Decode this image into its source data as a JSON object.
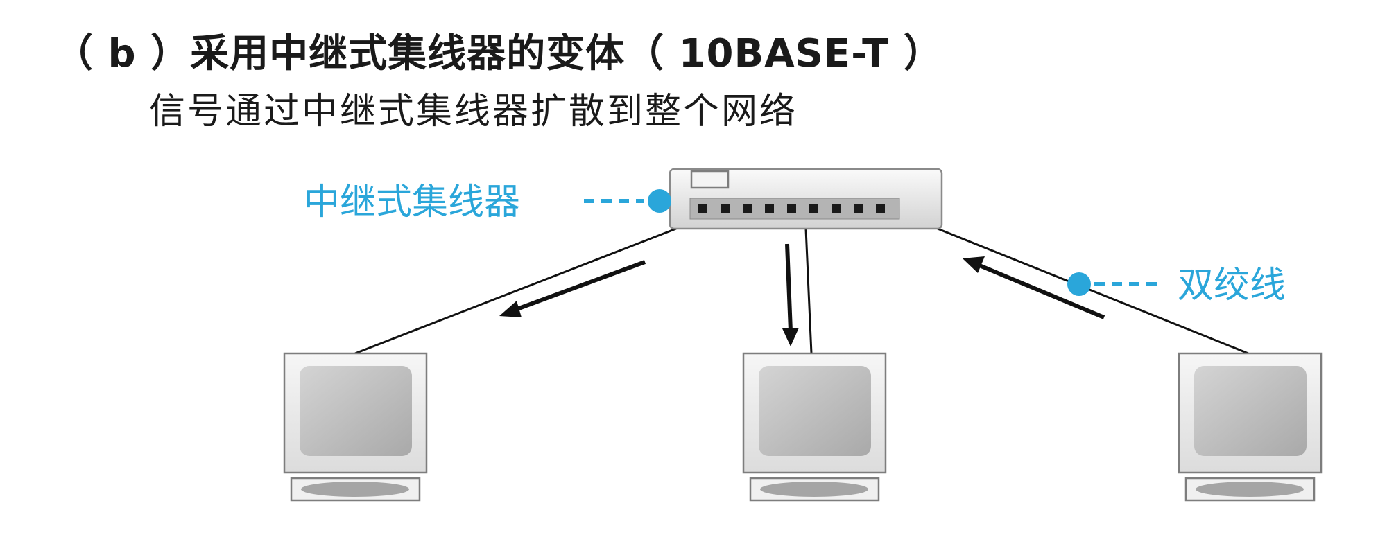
{
  "heading": {
    "title": "（ b ）采用中继式集线器的变体（ 10BASE-T ）",
    "subtitle": "信号通过中继式集线器扩散到整个网络"
  },
  "labels": {
    "hub": "中继式集线器",
    "cable": "双绞线"
  },
  "colors": {
    "accent": "#2aa6da",
    "line": "#111111",
    "text": "#1a1a1a"
  }
}
